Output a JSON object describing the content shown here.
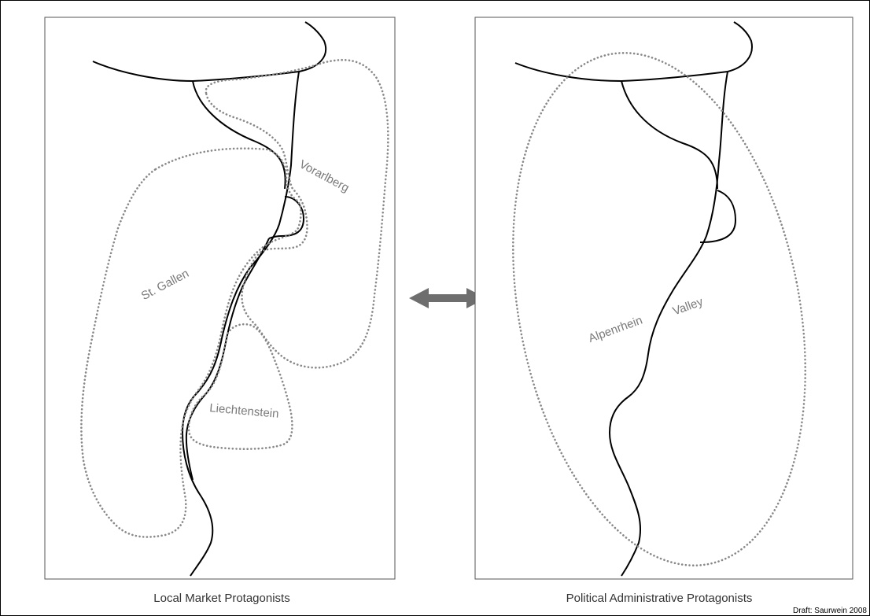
{
  "left_panel": {
    "caption": "Local Market Protagonists",
    "regions": {
      "st_gallen": "St. Gallen",
      "vorarlberg": "Vorarlberg",
      "liechtenstein": "Liechtenstein"
    }
  },
  "right_panel": {
    "caption": "Political Administrative Protagonists",
    "labels": {
      "alpenrhein": "Alpenrhein",
      "valley": "Valley"
    }
  },
  "arrow_icon": "double-headed-arrow",
  "credit": "Draft: Saurwein 2008",
  "colors": {
    "border_lines": "#000000",
    "dotted_outlines": "#888888",
    "labels": "#7a7a7a",
    "arrow": "#6e6e6e"
  }
}
